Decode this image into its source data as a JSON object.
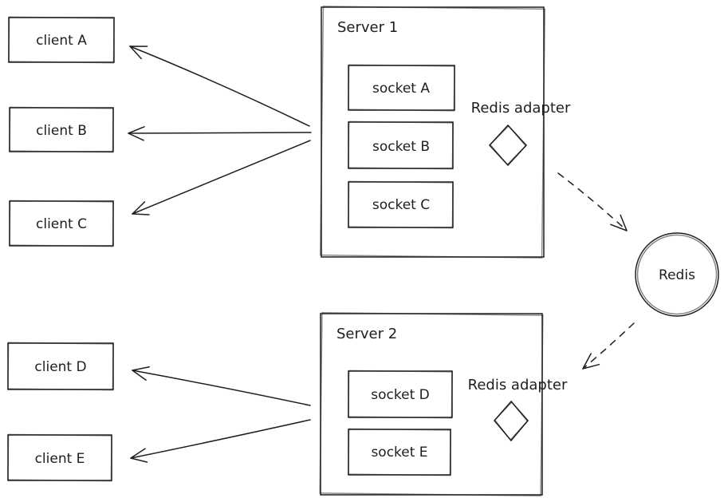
{
  "colors": {
    "stroke": "#1e1e1e",
    "background": "#ffffff"
  },
  "clients": [
    {
      "label": "client A"
    },
    {
      "label": "client B"
    },
    {
      "label": "client C"
    },
    {
      "label": "client D"
    },
    {
      "label": "client E"
    }
  ],
  "servers": [
    {
      "label": "Server 1",
      "adapter": "Redis adapter",
      "sockets": [
        {
          "label": "socket A"
        },
        {
          "label": "socket B"
        },
        {
          "label": "socket C"
        }
      ]
    },
    {
      "label": "Server 2",
      "adapter": "Redis adapter",
      "sockets": [
        {
          "label": "socket D"
        },
        {
          "label": "socket E"
        }
      ]
    }
  ],
  "redis": {
    "label": "Redis"
  }
}
